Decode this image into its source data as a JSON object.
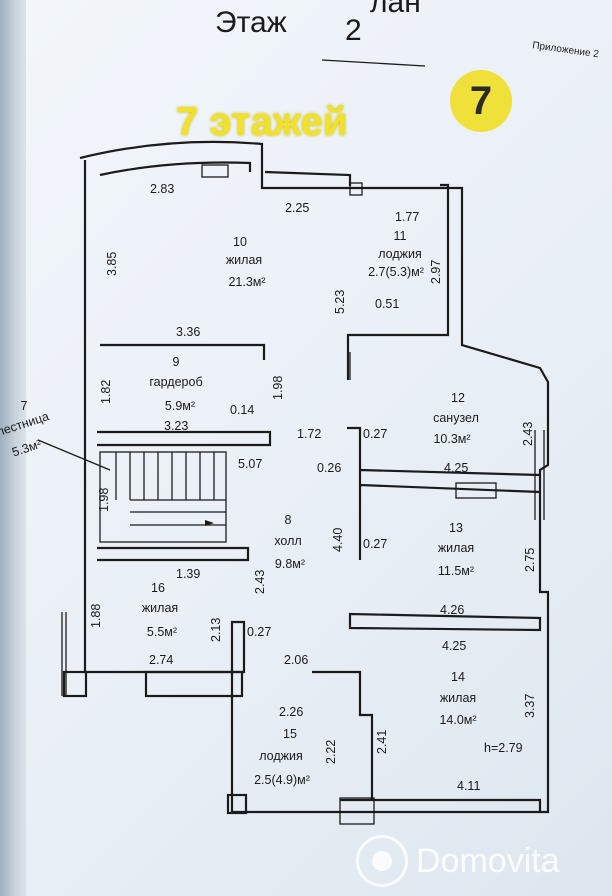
{
  "header": {
    "title_fragment": "лан",
    "floor_label": "Этаж",
    "floor_number": "2",
    "appendix": "Приложение 2"
  },
  "badge": {
    "text": "7 этажей",
    "logo_glyph": "7",
    "color": "#f1e12b"
  },
  "rooms": [
    {
      "id": "r10",
      "number": "10",
      "name": "жилая",
      "area": "21.3м²"
    },
    {
      "id": "r11",
      "number": "11",
      "name": "лоджия",
      "area": "2.7(5.3)м²"
    },
    {
      "id": "r9",
      "number": "9",
      "name": "гардероб",
      "area": "5.9м²"
    },
    {
      "id": "r7",
      "number": "7",
      "name": "лестница",
      "area": "5.3м²"
    },
    {
      "id": "r12",
      "number": "12",
      "name": "санузел",
      "area": "10.3м²"
    },
    {
      "id": "r8",
      "number": "8",
      "name": "холл",
      "area": "9.8м²"
    },
    {
      "id": "r13",
      "number": "13",
      "name": "жилая",
      "area": "11.5м²"
    },
    {
      "id": "r16",
      "number": "16",
      "name": "жилая",
      "area": "5.5м²"
    },
    {
      "id": "r14",
      "number": "14",
      "name": "жилая",
      "area": "14.0м²"
    },
    {
      "id": "r15",
      "number": "15",
      "name": "лоджия",
      "area": "2.5(4.9)м²"
    }
  ],
  "dimensions": [
    "2.83",
    "2.25",
    "1.77",
    "3.85",
    "2.97",
    "5.23",
    "0.51",
    "3.36",
    "1.82",
    "1.98",
    "0.14",
    "3.23",
    "1.72",
    "0.27",
    "2.43",
    "0.26",
    "4.25",
    "5.07",
    "1.98",
    "4.40",
    "0.27",
    "2.75",
    "1.39",
    "2.43",
    "4.26",
    "1.88",
    "2.13",
    "0.27",
    "4.25",
    "2.74",
    "2.06",
    "2.26",
    "2.41",
    "2.22",
    "3.37",
    "4.11"
  ],
  "ceiling_height": "h=2.79",
  "watermark": {
    "text": "Domovita"
  }
}
